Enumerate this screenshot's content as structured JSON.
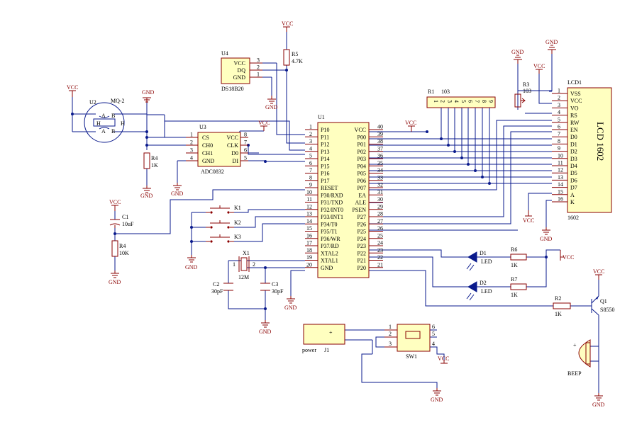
{
  "mcu": {
    "ref": "U1",
    "left_pins": [
      {
        "num": "1",
        "name": "P10"
      },
      {
        "num": "2",
        "name": "P11"
      },
      {
        "num": "3",
        "name": "P12"
      },
      {
        "num": "4",
        "name": "P13"
      },
      {
        "num": "5",
        "name": "P14"
      },
      {
        "num": "6",
        "name": "P15"
      },
      {
        "num": "7",
        "name": "P16"
      },
      {
        "num": "8",
        "name": "P17"
      },
      {
        "num": "9",
        "name": "RESET"
      },
      {
        "num": "10",
        "name": "P30/RXD"
      },
      {
        "num": "11",
        "name": "P31/TXD"
      },
      {
        "num": "12",
        "name": "P32/INT0"
      },
      {
        "num": "13",
        "name": "P33/INT1"
      },
      {
        "num": "14",
        "name": "P34/T0"
      },
      {
        "num": "15",
        "name": "P35/T1"
      },
      {
        "num": "16",
        "name": "P36/WR"
      },
      {
        "num": "17",
        "name": "P37/RD"
      },
      {
        "num": "18",
        "name": "XTAL2"
      },
      {
        "num": "19",
        "name": "XTAL1"
      },
      {
        "num": "20",
        "name": "GND"
      }
    ],
    "right_pins": [
      {
        "num": "40",
        "name": "VCC"
      },
      {
        "num": "39",
        "name": "P00"
      },
      {
        "num": "38",
        "name": "P01"
      },
      {
        "num": "37",
        "name": "P02"
      },
      {
        "num": "36",
        "name": "P03"
      },
      {
        "num": "35",
        "name": "P04"
      },
      {
        "num": "34",
        "name": "P05"
      },
      {
        "num": "33",
        "name": "P06"
      },
      {
        "num": "32",
        "name": "P07"
      },
      {
        "num": "31",
        "name": "EA"
      },
      {
        "num": "30",
        "name": "ALE"
      },
      {
        "num": "29",
        "name": "PSEN"
      },
      {
        "num": "28",
        "name": "P27"
      },
      {
        "num": "27",
        "name": "P26"
      },
      {
        "num": "26",
        "name": "P25"
      },
      {
        "num": "25",
        "name": "P24"
      },
      {
        "num": "24",
        "name": "P23"
      },
      {
        "num": "23",
        "name": "P22"
      },
      {
        "num": "22",
        "name": "P21"
      },
      {
        "num": "21",
        "name": "P20"
      }
    ]
  },
  "lcd": {
    "ref": "LCD1",
    "title": "LCD 1602",
    "part": "1602",
    "pins": [
      {
        "num": "1",
        "name": "VSS"
      },
      {
        "num": "2",
        "name": "VCC"
      },
      {
        "num": "3",
        "name": "VO"
      },
      {
        "num": "4",
        "name": "RS"
      },
      {
        "num": "5",
        "name": "RW"
      },
      {
        "num": "6",
        "name": "EN"
      },
      {
        "num": "7",
        "name": "D0"
      },
      {
        "num": "8",
        "name": "D1"
      },
      {
        "num": "9",
        "name": "D2"
      },
      {
        "num": "10",
        "name": "D3"
      },
      {
        "num": "11",
        "name": "D4"
      },
      {
        "num": "12",
        "name": "D5"
      },
      {
        "num": "13",
        "name": "D6"
      },
      {
        "num": "14",
        "name": "D7"
      },
      {
        "num": "15",
        "name": "A"
      },
      {
        "num": "16",
        "name": "K"
      }
    ]
  },
  "adc": {
    "ref": "U3",
    "part": "ADC0832",
    "left_pins": [
      {
        "num": "1",
        "name": "CS"
      },
      {
        "num": "2",
        "name": "CH0"
      },
      {
        "num": "3",
        "name": "CH1"
      },
      {
        "num": "4",
        "name": "GND"
      }
    ],
    "right_pins": [
      {
        "num": "8",
        "name": "VCC"
      },
      {
        "num": "7",
        "name": "CLK"
      },
      {
        "num": "6",
        "name": "D0"
      },
      {
        "num": "5",
        "name": "DI"
      }
    ]
  },
  "temp_sensor": {
    "ref": "U4",
    "part": "DS18B20",
    "pins": [
      {
        "num": "3",
        "name": "VCC"
      },
      {
        "num": "2",
        "name": "DQ"
      },
      {
        "num": "1",
        "name": "GND"
      }
    ]
  },
  "gas_sensor": {
    "ref": "U2",
    "part": "MQ-2",
    "pin_a": "A",
    "pin_b": "B",
    "pin_h": "H"
  },
  "resistor_network": {
    "ref": "R1",
    "value": "103",
    "pins": [
      "1",
      "2",
      "3",
      "4",
      "5",
      "6",
      "7",
      "8",
      "9"
    ]
  },
  "pot": {
    "ref": "R3",
    "value": "103"
  },
  "resistor_r5": {
    "ref": "R5",
    "value": "4.7K"
  },
  "resistor_r4a": {
    "ref": "R4",
    "value": "1K"
  },
  "resistor_r4b": {
    "ref": "R4",
    "value": "10K"
  },
  "resistor_r6": {
    "ref": "R6",
    "value": "1K"
  },
  "resistor_r7": {
    "ref": "R7",
    "value": "1K"
  },
  "resistor_r2": {
    "ref": "R2",
    "value": "1K"
  },
  "cap_c1": {
    "ref": "C1",
    "value": "10uF"
  },
  "cap_c2": {
    "ref": "C2",
    "value": "30pF"
  },
  "cap_c3": {
    "ref": "C3",
    "value": "30pF"
  },
  "crystal": {
    "ref": "X1",
    "value": "12M",
    "pin1": "1",
    "pin2": "2"
  },
  "led_d1": {
    "ref": "D1",
    "value": "LED"
  },
  "led_d2": {
    "ref": "D2",
    "value": "LED"
  },
  "transistor": {
    "ref": "Q1",
    "value": "S8550"
  },
  "buzzer": {
    "ref": "BEEP"
  },
  "key1": {
    "ref": "K1"
  },
  "key2": {
    "ref": "K2"
  },
  "key3": {
    "ref": "K3"
  },
  "power_jack": {
    "ref": "J1",
    "label": "power"
  },
  "switch": {
    "ref": "SW1",
    "pins_left": [
      "1",
      "2",
      "3"
    ],
    "pins_right": [
      "6",
      "5",
      "4"
    ]
  },
  "labels": {
    "vcc": "VCC",
    "gnd": "GND",
    "plus": "+"
  }
}
